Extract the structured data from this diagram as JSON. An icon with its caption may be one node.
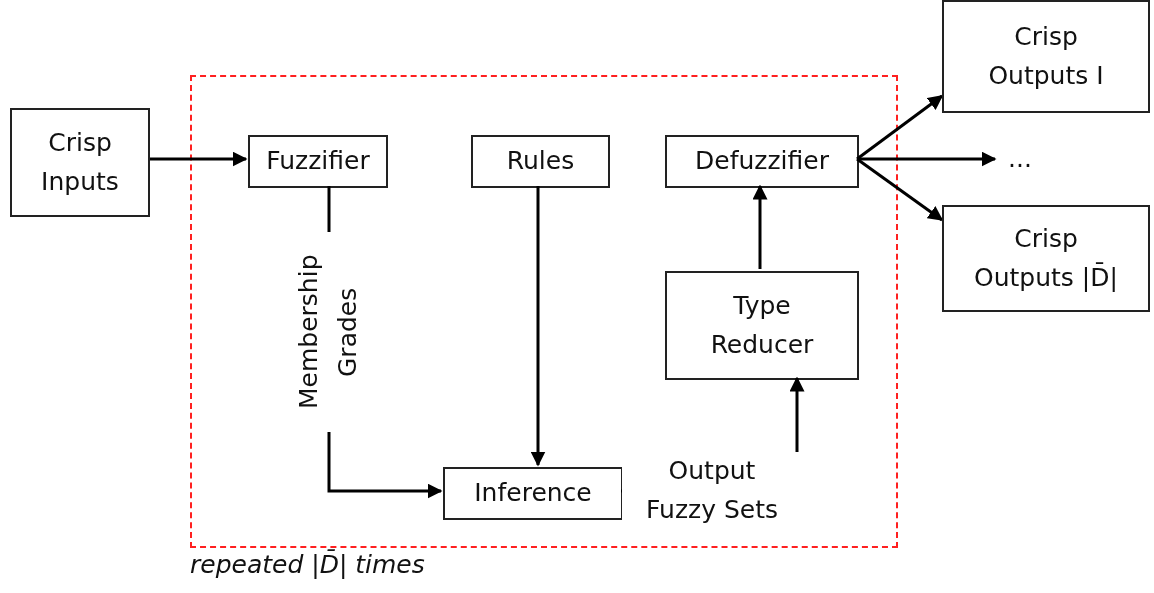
{
  "diagram": {
    "nodes": [
      {
        "text": [
          "Crisp Inputs"
        ]
      },
      {
        "text": [],
        "shape": "box",
        "beside": [
          "repeated |D̄| times"
        ]
      },
      {
        "text": [
          "Fuzzifier"
        ],
        "in": 1
      },
      {
        "text": [
          "Rules"
        ],
        "in": 1
      },
      {
        "text": [
          "Defuzzifier"
        ],
        "in": 1
      },
      {
        "text": [
          "Type Reducer"
        ],
        "in": 1
      },
      {
        "text": [
          "Inference"
        ],
        "in": 1
      },
      {
        "text": [
          "Crisp Outputs I"
        ]
      },
      {
        "text": [
          "..."
        ]
      },
      {
        "text": [
          "Crisp Outputs |D̄|"
        ]
      }
    ],
    "edges": [
      {
        "from": 0,
        "to": 2,
        "arrow": "to"
      },
      {
        "from": 2,
        "to": 6,
        "arrow": "to",
        "label": "Membership Grades"
      },
      {
        "from": 3,
        "to": 6,
        "arrow": "to"
      },
      {
        "from": 6,
        "to": 5,
        "arrow": "to",
        "label": "Output Fuzzy Sets"
      },
      {
        "from": 5,
        "to": 4,
        "arrow": "to"
      },
      {
        "from": 4,
        "to": 7,
        "arrow": "to"
      },
      {
        "from": 4,
        "to": 8,
        "arrow": "to"
      },
      {
        "from": 4,
        "to": 9,
        "arrow": "to"
      }
    ]
  }
}
